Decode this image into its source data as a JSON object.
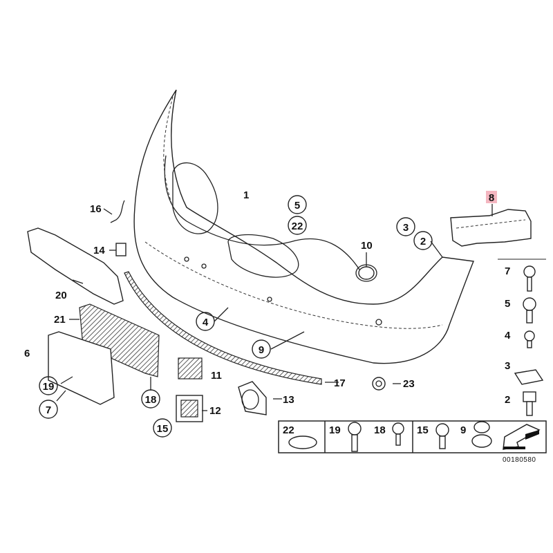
{
  "diagram": {
    "callouts": {
      "p1": "1",
      "p2": "2",
      "p3": "3",
      "p4": "4",
      "p5": "5",
      "p6": "6",
      "p7": "7",
      "p8": "8",
      "p9": "9",
      "p10": "10",
      "p11": "11",
      "p12": "12",
      "p13": "13",
      "p14": "14",
      "p15": "15",
      "p16": "16",
      "p17": "17",
      "p18": "18",
      "p19": "19",
      "p20": "20",
      "p21": "21",
      "p22": "22",
      "p23": "23"
    },
    "side_column": [
      "7",
      "5",
      "4",
      "3",
      "2"
    ],
    "fastener_box": [
      "22",
      "19",
      "18",
      "15",
      "9"
    ],
    "highlight_color": "#f4b6c0",
    "drawing_number": "00180580"
  }
}
